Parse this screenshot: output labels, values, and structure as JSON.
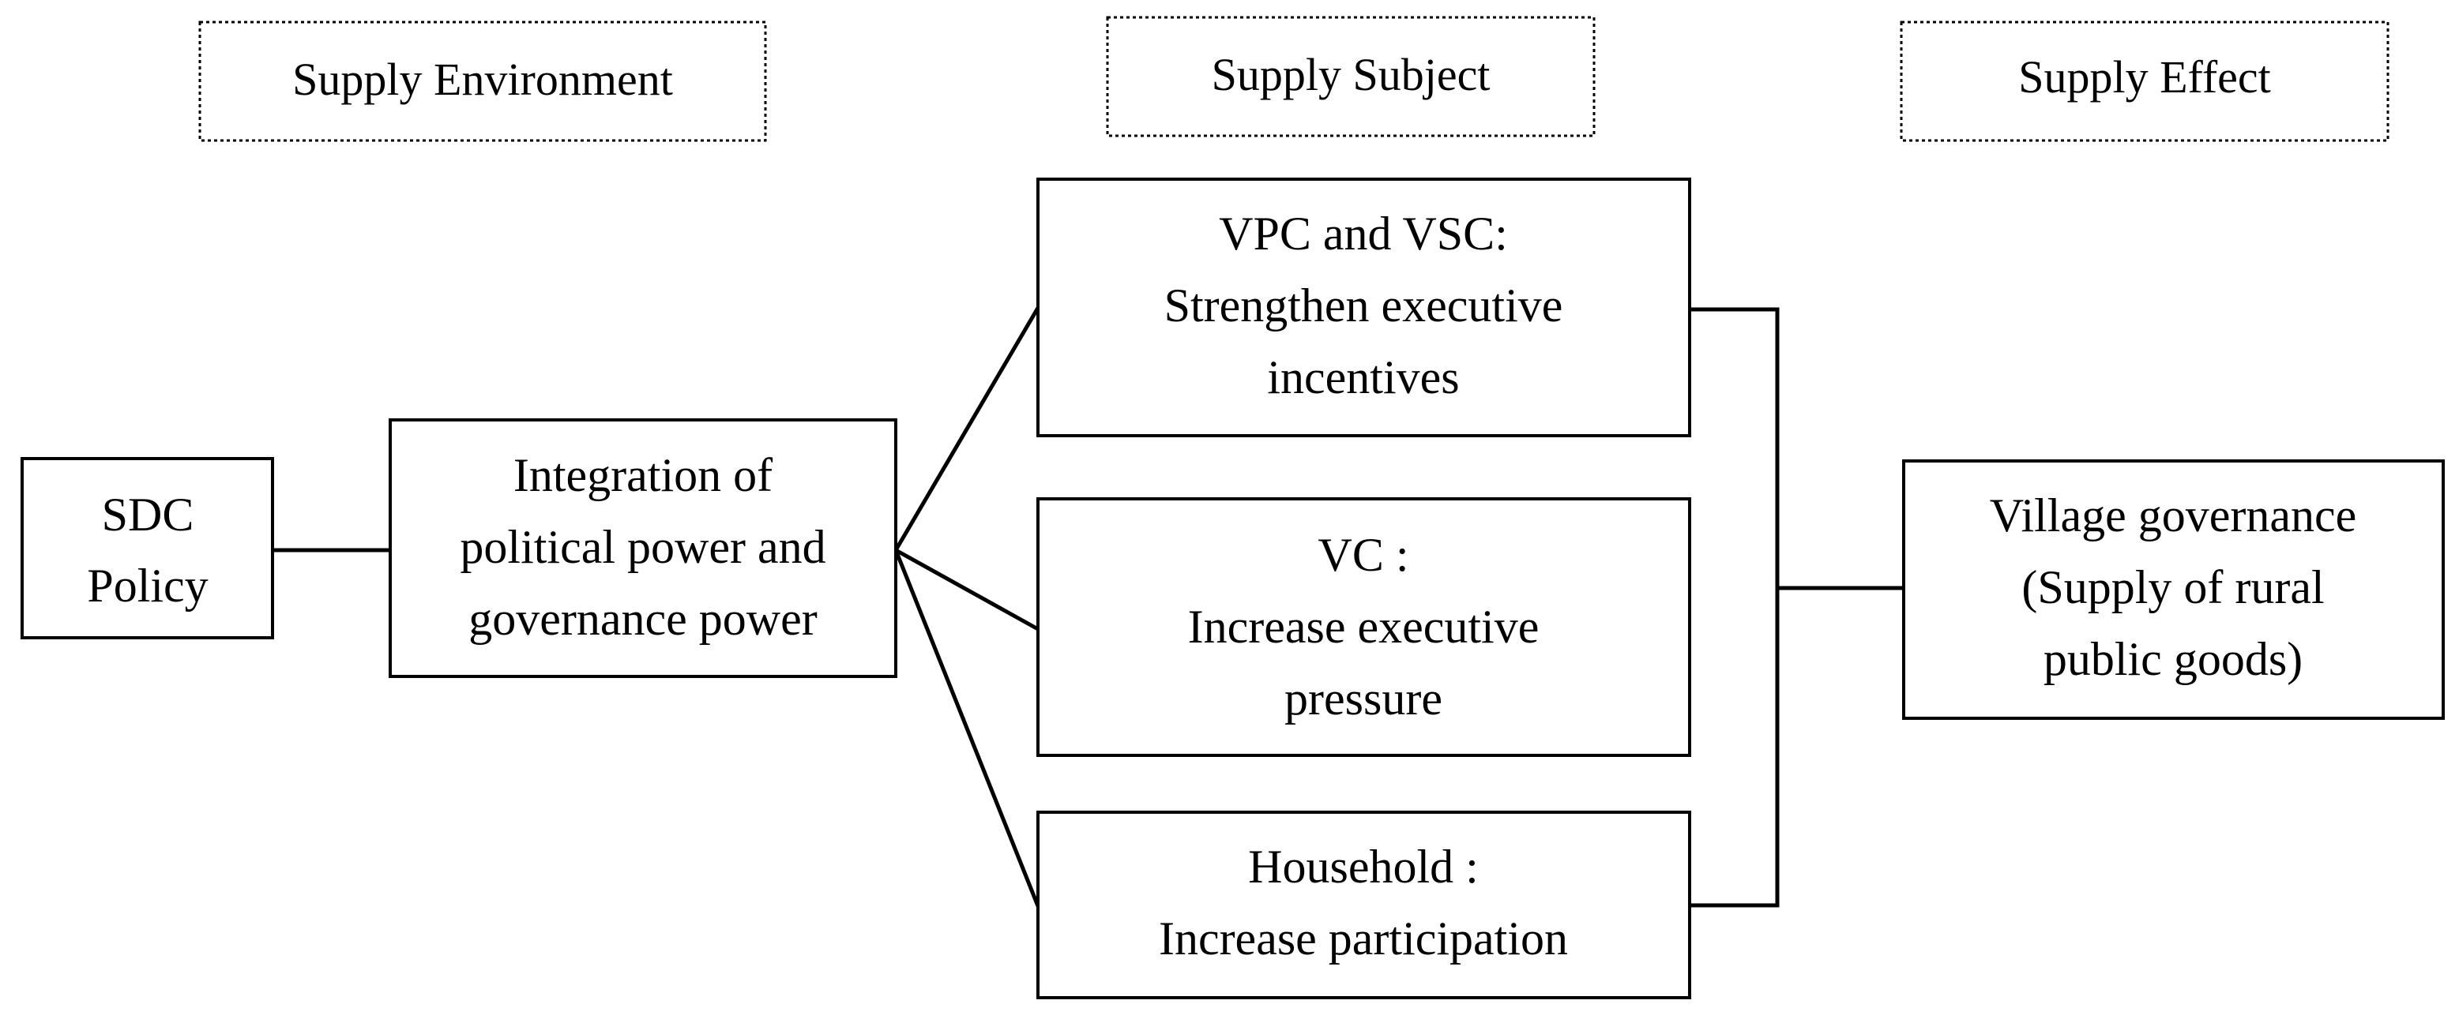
{
  "headers": {
    "environment": "Supply Environment",
    "subject": "Supply Subject",
    "effect": "Supply Effect"
  },
  "boxes": {
    "sdc": {
      "line1": "SDC",
      "line2": "Policy"
    },
    "integration": {
      "line1": "Integration of",
      "line2": "political power and",
      "line3": "governance power"
    },
    "vpc": {
      "line1": "VPC and VSC:",
      "line2": "Strengthen executive",
      "line3": "incentives"
    },
    "vc": {
      "line1": "VC :",
      "line2": "Increase executive",
      "line3": "pressure"
    },
    "household": {
      "line1": "Household :",
      "line2": "Increase participation"
    },
    "village": {
      "line1": "Village governance",
      "line2": "(Supply of rural",
      "line3": "public goods)"
    }
  }
}
